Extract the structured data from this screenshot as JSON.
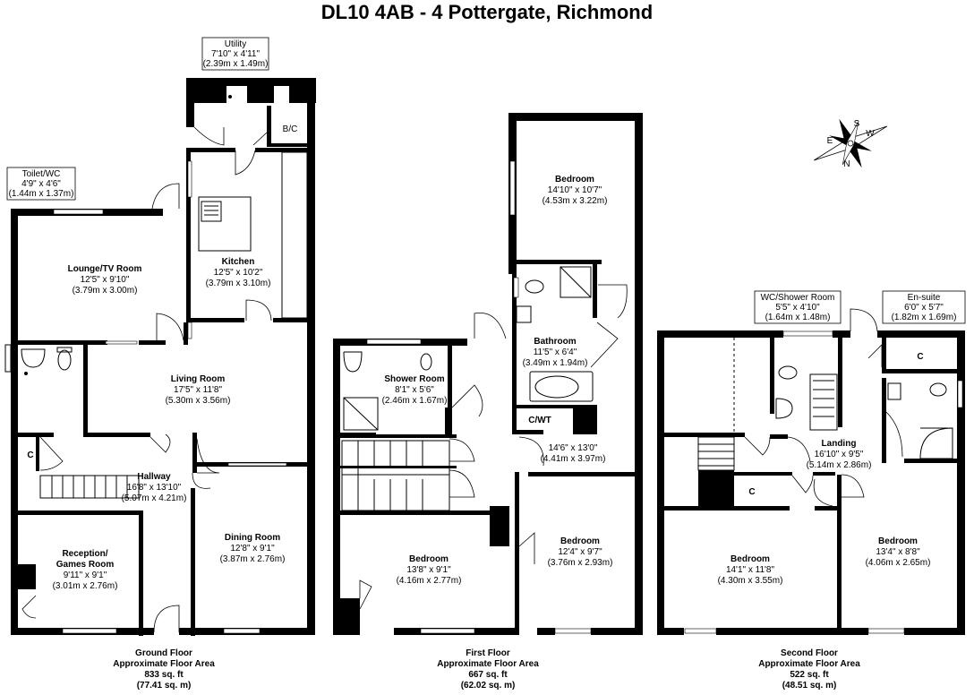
{
  "title": "DL10 4AB - 4 Pottergate, Richmond",
  "rooms": {
    "utility": {
      "name": "Utility",
      "imperial": "7'10\" x 4'11\"",
      "metric": "(2.39m x 1.49m)"
    },
    "bc": {
      "name": "B/C"
    },
    "toilet": {
      "name": "Toilet/WC",
      "imperial": "4'9\" x 4'6\"",
      "metric": "(1.44m x 1.37m)"
    },
    "lounge": {
      "name": "Lounge/TV Room",
      "imperial": "12'5\" x 9'10\"",
      "metric": "(3.79m x 3.00m)"
    },
    "kitchen": {
      "name": "Kitchen",
      "imperial": "12'5\" x 10'2\"",
      "metric": "(3.79m x 3.10m)"
    },
    "living": {
      "name": "Living Room",
      "imperial": "17'5\" x 11'8\"",
      "metric": "(5.30m x 3.56m)"
    },
    "hallway": {
      "name": "Hallway",
      "imperial": "16'8\" x 13'10\"",
      "metric": "(5.07m x 4.21m)"
    },
    "c_ground": {
      "name": "C"
    },
    "reception_1": {
      "name": "Reception/"
    },
    "reception_2": {
      "name": "Games Room",
      "imperial": "9'11\" x 9'1\"",
      "metric": "(3.01m x 2.76m)"
    },
    "dining": {
      "name": "Dining Room",
      "imperial": "12'8\" x 9'1\"",
      "metric": "(3.87m x 2.76m)"
    },
    "bedroom_f1_rear": {
      "name": "Bedroom",
      "imperial": "14'10\" x 10'7\"",
      "metric": "(4.53m x 3.22m)"
    },
    "bathroom": {
      "name": "Bathroom",
      "imperial": "11'5\" x 6'4\"",
      "metric": "(3.49m x 1.94m)"
    },
    "shower": {
      "name": "Shower Room",
      "imperial": "8'1\" x 5'6\"",
      "metric": "(2.46m x 1.67m)"
    },
    "cwt": {
      "name": "C/WT"
    },
    "landing_f1": {
      "imperial": "14'6\" x 13'0\"",
      "metric": "(4.41m x 3.97m)"
    },
    "bedroom_f1_front_left": {
      "name": "Bedroom",
      "imperial": "13'8\" x 9'1\"",
      "metric": "(4.16m x 2.77m)"
    },
    "bedroom_f1_front_right": {
      "name": "Bedroom",
      "imperial": "12'4\" x 9'7\"",
      "metric": "(3.76m x 2.93m)"
    },
    "wc_shower": {
      "name": "WC/Shower Room",
      "imperial": "5'5\" x 4'10\"",
      "metric": "(1.64m x 1.48m)"
    },
    "ensuite": {
      "name": "En-suite",
      "imperial": "6'0\" x 5'7\"",
      "metric": "(1.82m x 1.69m)"
    },
    "c_second_top": {
      "name": "C"
    },
    "landing_f2": {
      "name": "Landing",
      "imperial": "16'10\" x 9'5\"",
      "metric": "(5.14m x 2.86m)"
    },
    "c_second_mid": {
      "name": "C"
    },
    "bedroom_f2_left": {
      "name": "Bedroom",
      "imperial": "14'1\" x 11'8\"",
      "metric": "(4.30m x 3.55m)"
    },
    "bedroom_f2_right": {
      "name": "Bedroom",
      "imperial": "13'4\" x 8'8\"",
      "metric": "(4.06m x 2.65m)"
    }
  },
  "floors": {
    "ground": {
      "name": "Ground Floor",
      "area_label": "Approximate Floor Area",
      "sqft": "833 sq. ft",
      "sqm": "(77.41 sq. m)"
    },
    "first": {
      "name": "First Floor",
      "area_label": "Approximate Floor Area",
      "sqft": "667 sq. ft",
      "sqm": "(62.02 sq. m)"
    },
    "second": {
      "name": "Second Floor",
      "area_label": "Approximate Floor Area",
      "sqft": "522 sq. ft",
      "sqm": "(48.51 sq. m)"
    }
  },
  "compass": {
    "n": "N",
    "s": "S",
    "e": "E",
    "w": "W"
  },
  "icons": [
    "compass-rose-icon",
    "sink-icon",
    "toilet-icon",
    "bath-icon",
    "shower-tray-icon",
    "staircase-icon"
  ]
}
